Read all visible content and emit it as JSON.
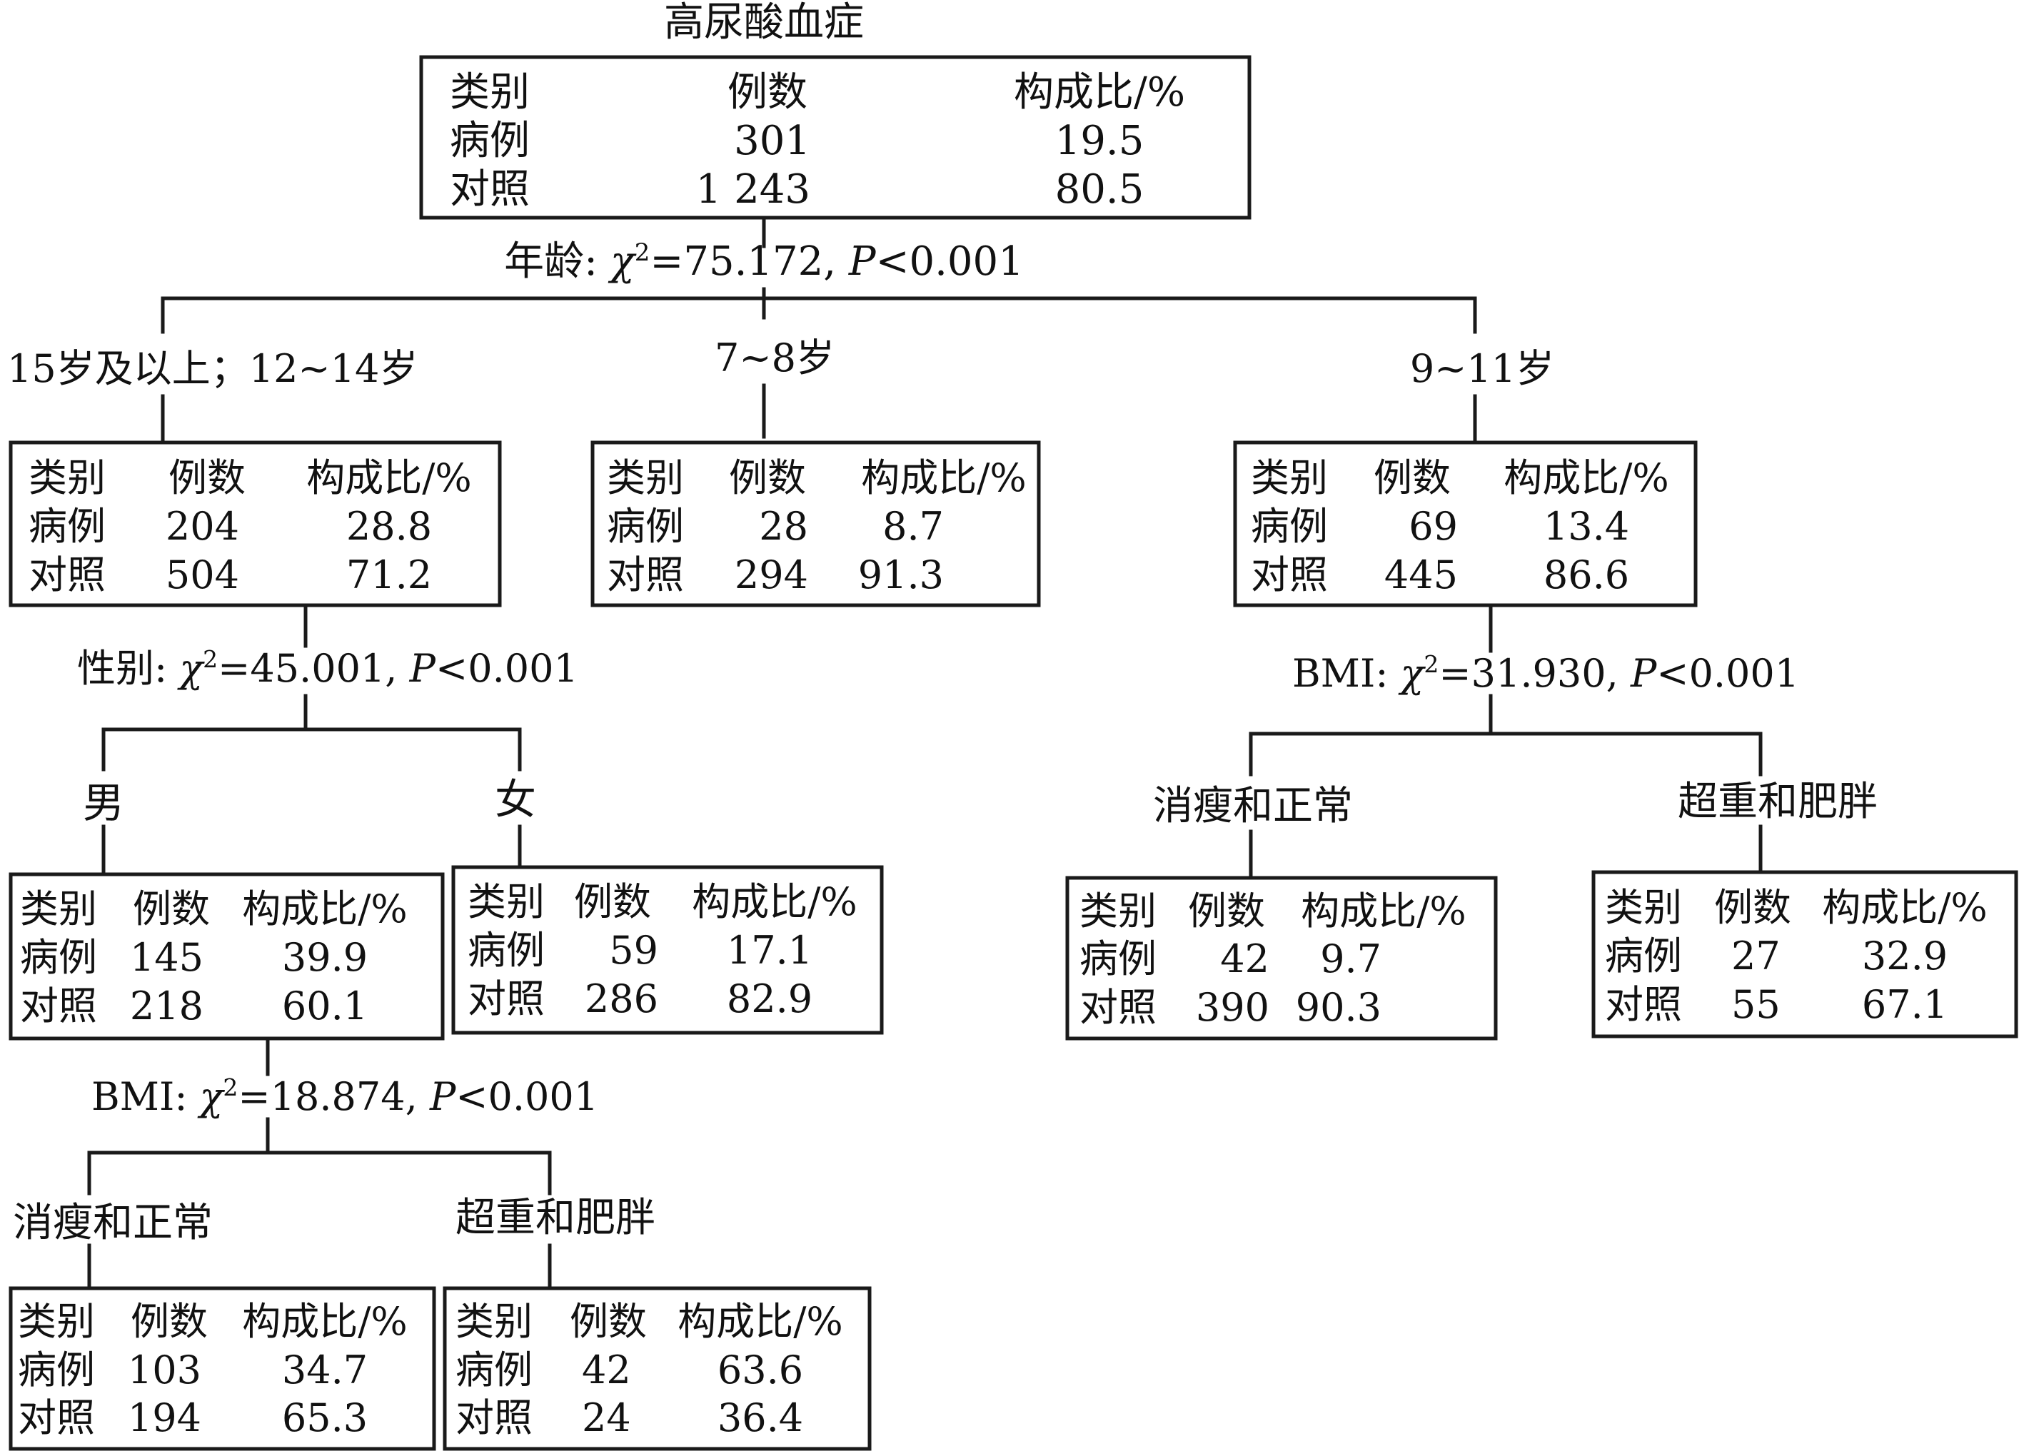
{
  "headers": {
    "category": "类别",
    "count": "例数",
    "percent": "构成比/%"
  },
  "rows": {
    "case": "病例",
    "control": "对照"
  },
  "root": {
    "title": "高尿酸血症",
    "case_n": "301",
    "case_pct": "19.5",
    "control_n": "1 243",
    "control_pct": "80.5"
  },
  "splits": {
    "age": {
      "variable": "年龄",
      "chi": "χ",
      "chi_power": "2",
      "stat": "=75.172, ",
      "p_symbol": "P",
      "p_value": "<0.001"
    },
    "sex": {
      "variable": "性别",
      "chi": "χ",
      "chi_power": "2",
      "stat": "=45.001, ",
      "p_symbol": "P",
      "p_value": "<0.001"
    },
    "bmi_left": {
      "variable": "BMI",
      "chi": "χ",
      "chi_power": "2",
      "stat": "=18.874, ",
      "p_symbol": "P",
      "p_value": "<0.001"
    },
    "bmi_right": {
      "variable": "BMI",
      "chi": "χ",
      "chi_power": "2",
      "stat": "=31.930, ",
      "p_symbol": "P",
      "p_value": "<0.001"
    }
  },
  "nodes": {
    "age_15_12": {
      "label": "15岁及以上；12~14岁",
      "case_n": "204",
      "case_pct": "28.8",
      "control_n": "504",
      "control_pct": "71.2"
    },
    "age_7_8": {
      "label": "7~8岁",
      "case_n": "28",
      "case_pct": "8.7",
      "control_n": "294",
      "control_pct": "91.3"
    },
    "age_9_11": {
      "label": "9~11岁",
      "case_n": "69",
      "case_pct": "13.4",
      "control_n": "445",
      "control_pct": "86.6"
    },
    "male": {
      "label": "男",
      "case_n": "145",
      "case_pct": "39.9",
      "control_n": "218",
      "control_pct": "60.1"
    },
    "female": {
      "label": "女",
      "case_n": "59",
      "case_pct": "17.1",
      "control_n": "286",
      "control_pct": "82.9"
    },
    "male_normal": {
      "label": "消瘦和正常",
      "case_n": "103",
      "case_pct": "34.7",
      "control_n": "194",
      "control_pct": "65.3"
    },
    "male_overweight": {
      "label": "超重和肥胖",
      "case_n": "42",
      "case_pct": "63.6",
      "control_n": "24",
      "control_pct": "36.4"
    },
    "r_normal": {
      "label": "消瘦和正常",
      "case_n": "42",
      "case_pct": "9.7",
      "control_n": "390",
      "control_pct": "90.3"
    },
    "r_overweight": {
      "label": "超重和肥胖",
      "case_n": "27",
      "case_pct": "32.9",
      "control_n": "55",
      "control_pct": "67.1"
    }
  },
  "colors": {
    "line": "#1a1a1a",
    "text": "#111111",
    "background": "#ffffff"
  }
}
